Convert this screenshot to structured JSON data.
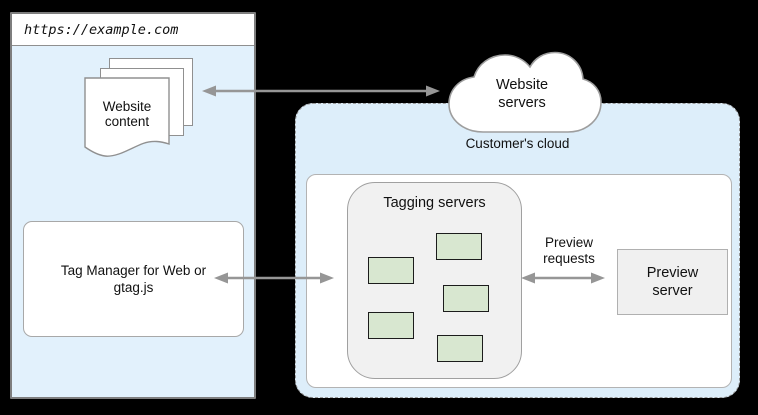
{
  "diagram": {
    "browser": {
      "url": "https://example.com",
      "website_content_label": "Website content",
      "tag_manager_label": "Tag Manager for Web or gtag.js"
    },
    "website_servers_label": "Website servers",
    "customer_cloud": {
      "label": "Customer's cloud",
      "tagging_servers": {
        "label": "Tagging servers",
        "server_box_count": 5
      },
      "preview_requests_label": "Preview requests",
      "preview_server_label": "Preview server"
    },
    "colors": {
      "canvas_background": "#000000",
      "browser_body_blue": "#e2f1fc",
      "customer_cloud_blue": "#ddeefa",
      "tagging_panel_gray": "#f1f1f1",
      "server_box_green": "#d8e7d0",
      "server_box_border": "#1c1c1c",
      "arrow_gray": "#969696",
      "border_gray": "#9c9c9c"
    }
  }
}
